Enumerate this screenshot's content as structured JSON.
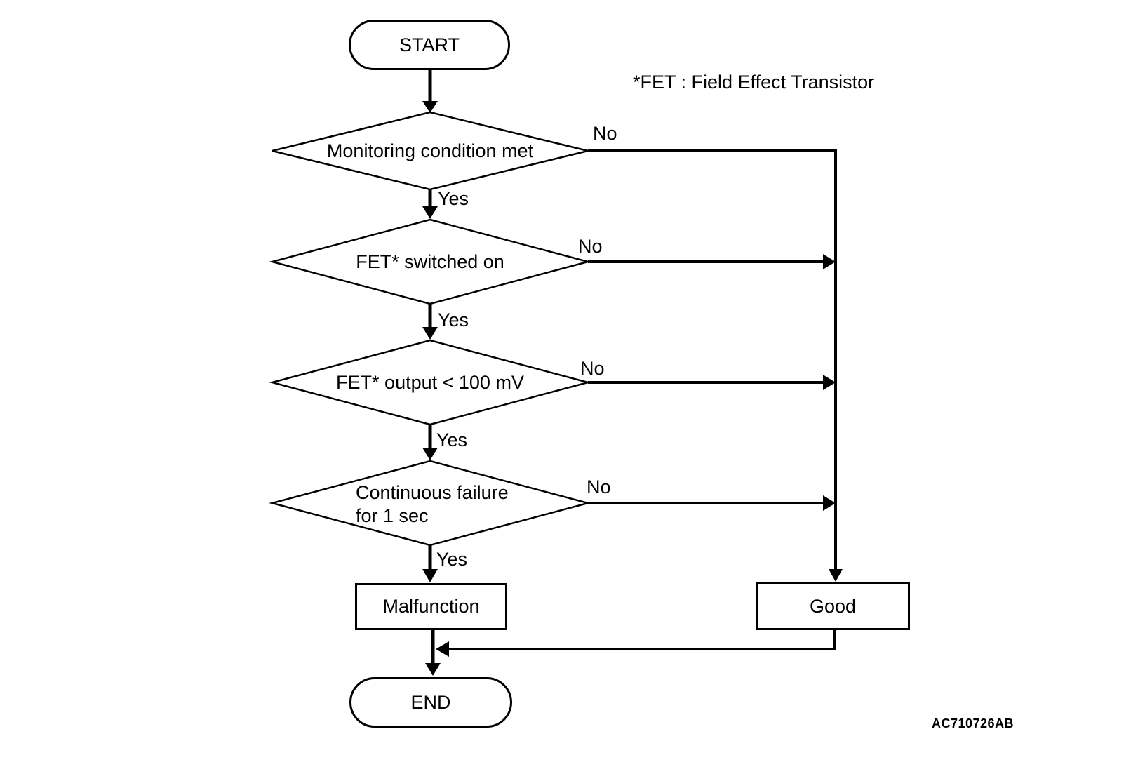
{
  "annotation": {
    "fet_note": "*FET : Field Effect Transistor",
    "figure_code": "AC710726AB"
  },
  "flow": {
    "start": {
      "label": "START"
    },
    "end": {
      "label": "END"
    },
    "decisions": [
      {
        "label": "Monitoring condition met",
        "yes_label": "Yes",
        "no_label": "No"
      },
      {
        "label": "FET* switched on",
        "yes_label": "Yes",
        "no_label": "No"
      },
      {
        "label": "FET* output < 100 mV",
        "yes_label": "Yes",
        "no_label": "No"
      },
      {
        "label_lines": [
          "Continuous failure",
          "for 1 sec"
        ],
        "yes_label": "Yes",
        "no_label": "No"
      }
    ],
    "outcomes": {
      "malfunction": {
        "label": "Malfunction"
      },
      "good": {
        "label": "Good"
      }
    }
  },
  "colors": {
    "line": "#000000",
    "background": "#ffffff"
  }
}
